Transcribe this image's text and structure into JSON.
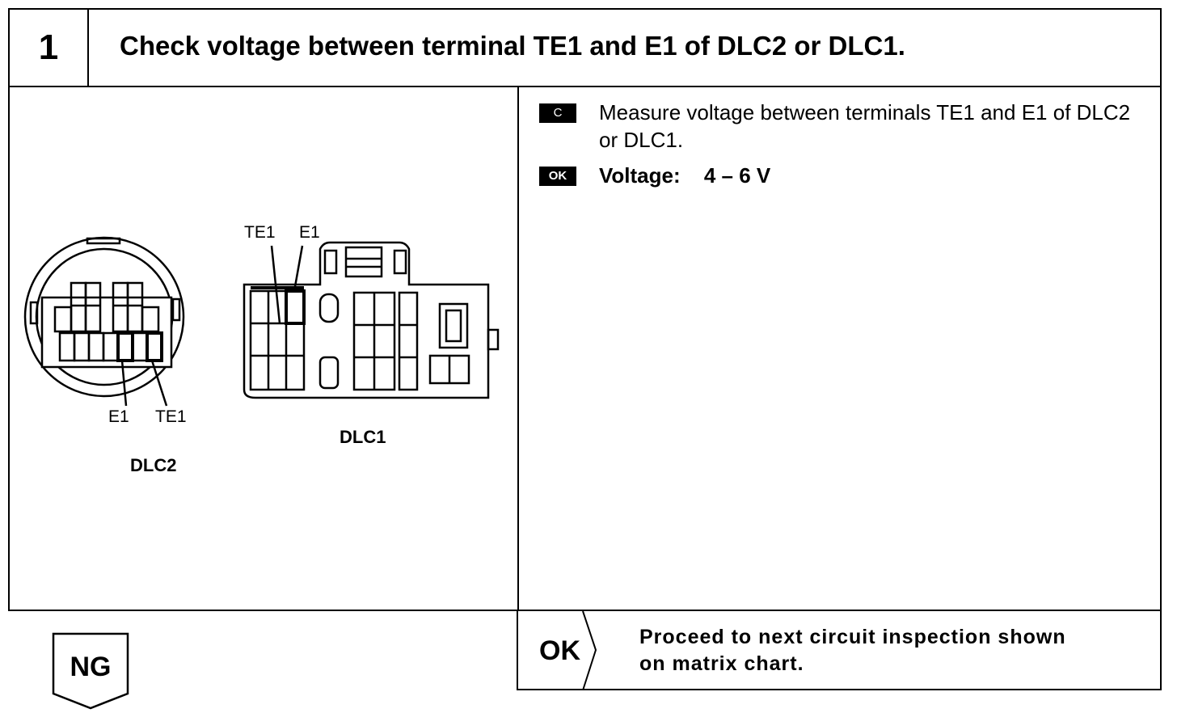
{
  "step": {
    "number": "1",
    "title": "Check voltage between terminal TE1 and E1 of DLC2 or DLC1."
  },
  "diagram": {
    "dlc2": {
      "name": "DLC2",
      "e1_label": "E1",
      "te1_label": "TE1"
    },
    "dlc1": {
      "name": "DLC1",
      "te1_label": "TE1",
      "e1_label": "E1"
    }
  },
  "instructions": {
    "check_tag": "C",
    "check_text": "Measure voltage between terminals TE1 and E1 of DLC2 or DLC1.",
    "ok_tag": "OK",
    "ok_label": "Voltage:",
    "ok_value": "4 – 6 V"
  },
  "result": {
    "ok_label": "OK",
    "ok_text_line1": "Proceed to next circuit inspection shown",
    "ok_text_line2": "on matrix chart.",
    "ng_label": "NG"
  }
}
